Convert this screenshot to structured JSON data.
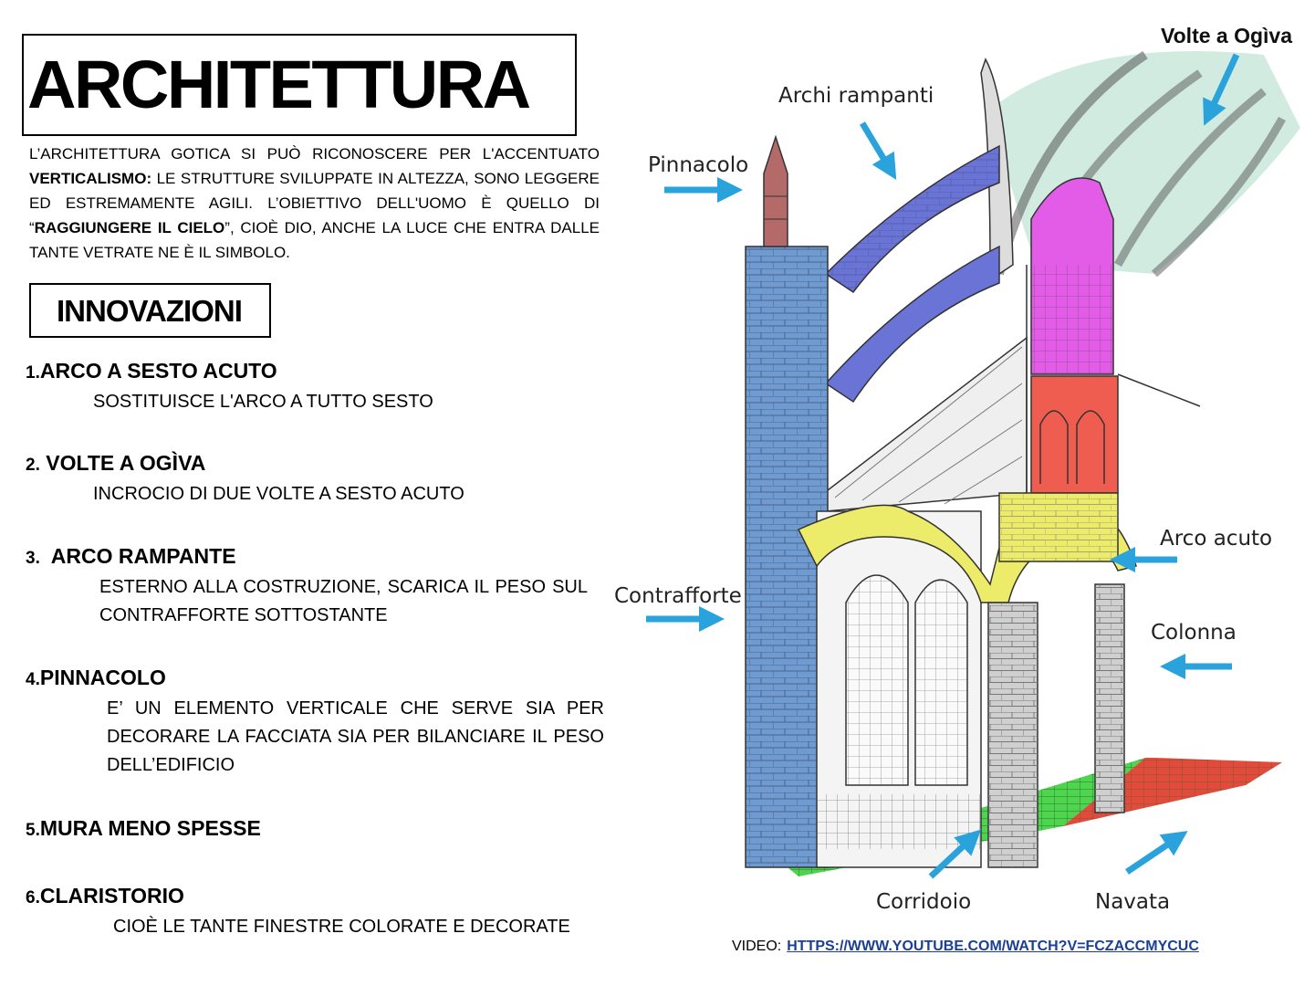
{
  "title": "ARCHITETTURA",
  "intro": {
    "p1": "L’ARCHITETTURA GOTICA SI PUÒ RICONOSCERE PER L'ACCENTUATO ",
    "b1": "VERTICALISMO:",
    "p2": " LE STRUTTURE SVILUPPATE IN ALTEZZA, SONO LEGGERE ED ESTREMAMENTE AGILI. L’OBIETTIVO DELL'UOMO È QUELLO DI “",
    "b2": "RAGGIUNGERE IL CIELO",
    "p3": "”, CIOÈ DIO, ANCHE LA LUCE CHE ENTRA DALLE TANTE VETRATE NE È IL SIMBOLO."
  },
  "innovations_title": "INNOVAZIONI",
  "items": [
    {
      "num": "1.",
      "title": "ARCO A SESTO ACUTO",
      "desc": "SOSTITUISCE L'ARCO A TUTTO SESTO"
    },
    {
      "num": "2.",
      "title": "VOLTE A OGÌVA",
      "desc": "INCROCIO DI DUE VOLTE A SESTO ACUTO"
    },
    {
      "num": "3.",
      "title": "ARCO RAMPANTE",
      "desc": "ESTERNO ALLA COSTRUZIONE, SCARICA IL PESO SUL CONTRAFFORTE SOTTOSTANTE"
    },
    {
      "num": "4.",
      "title": "PINNACOLO",
      "desc": "E’ UN ELEMENTO VERTICALE CHE SERVE SIA PER DECORARE LA FACCIATA SIA PER BILANCIARE IL PESO DELL’EDIFICIO"
    },
    {
      "num": "5.",
      "title": "MURA MENO SPESSE",
      "desc": ""
    },
    {
      "num": "6.",
      "title": "CLARISTORIO",
      "desc": "CIOÈ LE TANTE FINESTRE COLORATE E DECORATE"
    }
  ],
  "diagram": {
    "labels": {
      "volte": "Volte a Ogìva",
      "archi_rampanti": "Archi rampanti",
      "pinnacolo": "Pinnacolo",
      "contrafforte": "Contrafforte",
      "arco_acuto": "Arco acuto",
      "colonna": "Colonna",
      "corridoio": "Corridoio",
      "navata": "Navata"
    },
    "colors": {
      "arrow": "#2aa3dc",
      "contrafforte": "#6f9bd1",
      "archi": "#6a74d6",
      "pinnacolo": "#b56a6a",
      "claristorio": "#e35ce8",
      "triforio": "#ef5d50",
      "arco_acuto": "#ecec6a",
      "volte": "#c9e8dc",
      "floor_green": "#4fd44f",
      "floor_red": "#e04b3b"
    }
  },
  "video": {
    "label": "VIDEO:",
    "url": "HTTPS://WWW.YOUTUBE.COM/WATCH?V=FCZACCMYCUC"
  }
}
